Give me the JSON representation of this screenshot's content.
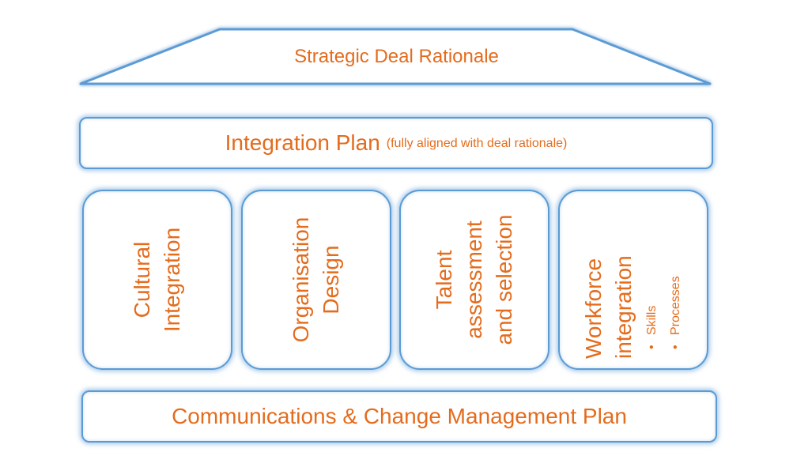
{
  "colors": {
    "text": "#e46c1d",
    "border": "#5b9bd5"
  },
  "roof": {
    "label": "Strategic Deal Rationale"
  },
  "integration_plan": {
    "title": "Integration Plan",
    "subtitle": "(fully aligned with deal rationale)"
  },
  "pillars": [
    {
      "lines": [
        "Cultural",
        "Integration"
      ]
    },
    {
      "lines": [
        "Organisation",
        "Design"
      ]
    },
    {
      "lines": [
        "Talent",
        "assessment",
        "and selection"
      ]
    },
    {
      "lines": [
        "Workforce",
        "integration"
      ],
      "bullets": [
        "Skills",
        "Processes"
      ]
    }
  ],
  "foundation": {
    "label": "Communications & Change Management Plan"
  }
}
